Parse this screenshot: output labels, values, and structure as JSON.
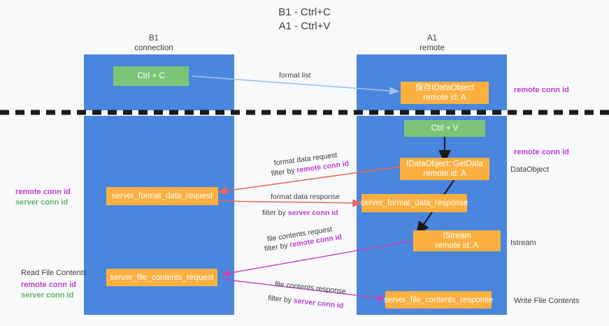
{
  "diagram": {
    "title": "B1 - Ctrl+C\nA1 - Ctrl+V",
    "colors": {
      "column": "#4a86dd",
      "green_box": "#7cc576",
      "orange_box": "#fbb040",
      "purple_text": "#bc3fd1",
      "green_text": "#5eb85e",
      "blue_arrow": "#9cc3ea",
      "red_arrow": "#e8685f",
      "magenta_arrow": "#c840b4",
      "black_arrow": "#1a1a1a",
      "background": "#f8f9fa"
    },
    "columns": [
      {
        "id": "b1",
        "title": "B1\nconnection"
      },
      {
        "id": "a1",
        "title": "A1\nremote"
      }
    ],
    "boxes": {
      "ctrl_c": "Ctrl + C",
      "ctrl_v": "Ctrl + V",
      "save_idataobject": "保存IDataObject\nremote id: A",
      "idataobject_getdata": "IDataObject::GetData\nremote id: A",
      "server_format_data_request": "server_format_data_request",
      "server_format_data_response": "server_format_data_response",
      "istream": "IStream\nremote id: A",
      "server_file_contents_request": "server_file_contents_request",
      "server_file_contents_response": "server_file_contents_response"
    },
    "right_labels": {
      "remote_conn_id_top": "remote conn id",
      "remote_conn_id_mid": "remote conn id",
      "dataobject": "DataObject",
      "istream": "Istream",
      "write_file_contents": "Write File Contents"
    },
    "left_labels": {
      "remote_conn_id": "remote conn id",
      "server_conn_id": "server conn id",
      "read_file_contents": "Read File Contents",
      "remote_conn_id_2": "remote conn id",
      "server_conn_id_2": "server conn id"
    },
    "arrow_labels": {
      "format_list": "format list",
      "format_data_request": "format data request",
      "format_data_request_filter_prefix": "filter by ",
      "format_data_request_filter_key": "remote conn id",
      "format_data_response": "format data response",
      "format_data_response_filter_prefix": "filter by ",
      "format_data_response_filter_key": "server conn id",
      "file_contents_request": "file contents request",
      "file_contents_request_filter_prefix": "filter by ",
      "file_contents_request_filter_key": "remote conn id",
      "file_contents_response": "file contents response",
      "file_contents_response_filter_prefix": "filter by ",
      "file_contents_response_filter_key": "server conn id"
    }
  }
}
